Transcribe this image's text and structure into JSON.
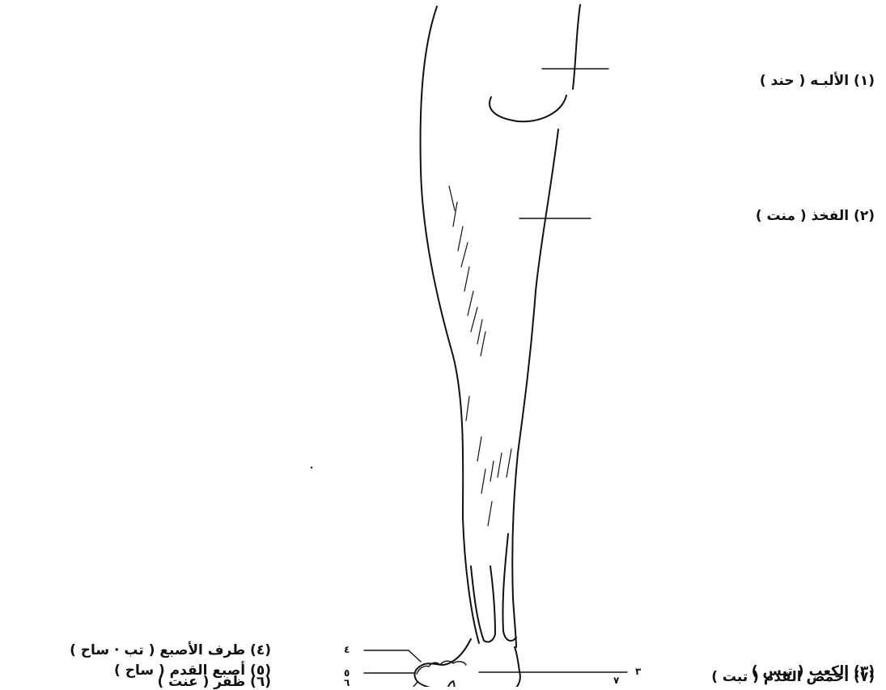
{
  "labels": {
    "l1": "(١) الألبـه ( حند )",
    "l2": "(٢) الفخذ ( منت )",
    "l3": "(٣) الكعب ( تبس )",
    "l4": "(٤) طرف الأصبع ( تب · ساح )",
    "l5": "(٥) أصبع القدم ( ساح )",
    "l6": "(٦) ظفر ( عنت )",
    "l7": "(٧) أخمص القدم ( تبت )"
  },
  "numbers": {
    "n3": "٣",
    "n4": "٤",
    "n5": "٥",
    "n6": "٦",
    "n7": "٧"
  },
  "colors": {
    "ink": "#111111",
    "background": "#ffffff"
  }
}
